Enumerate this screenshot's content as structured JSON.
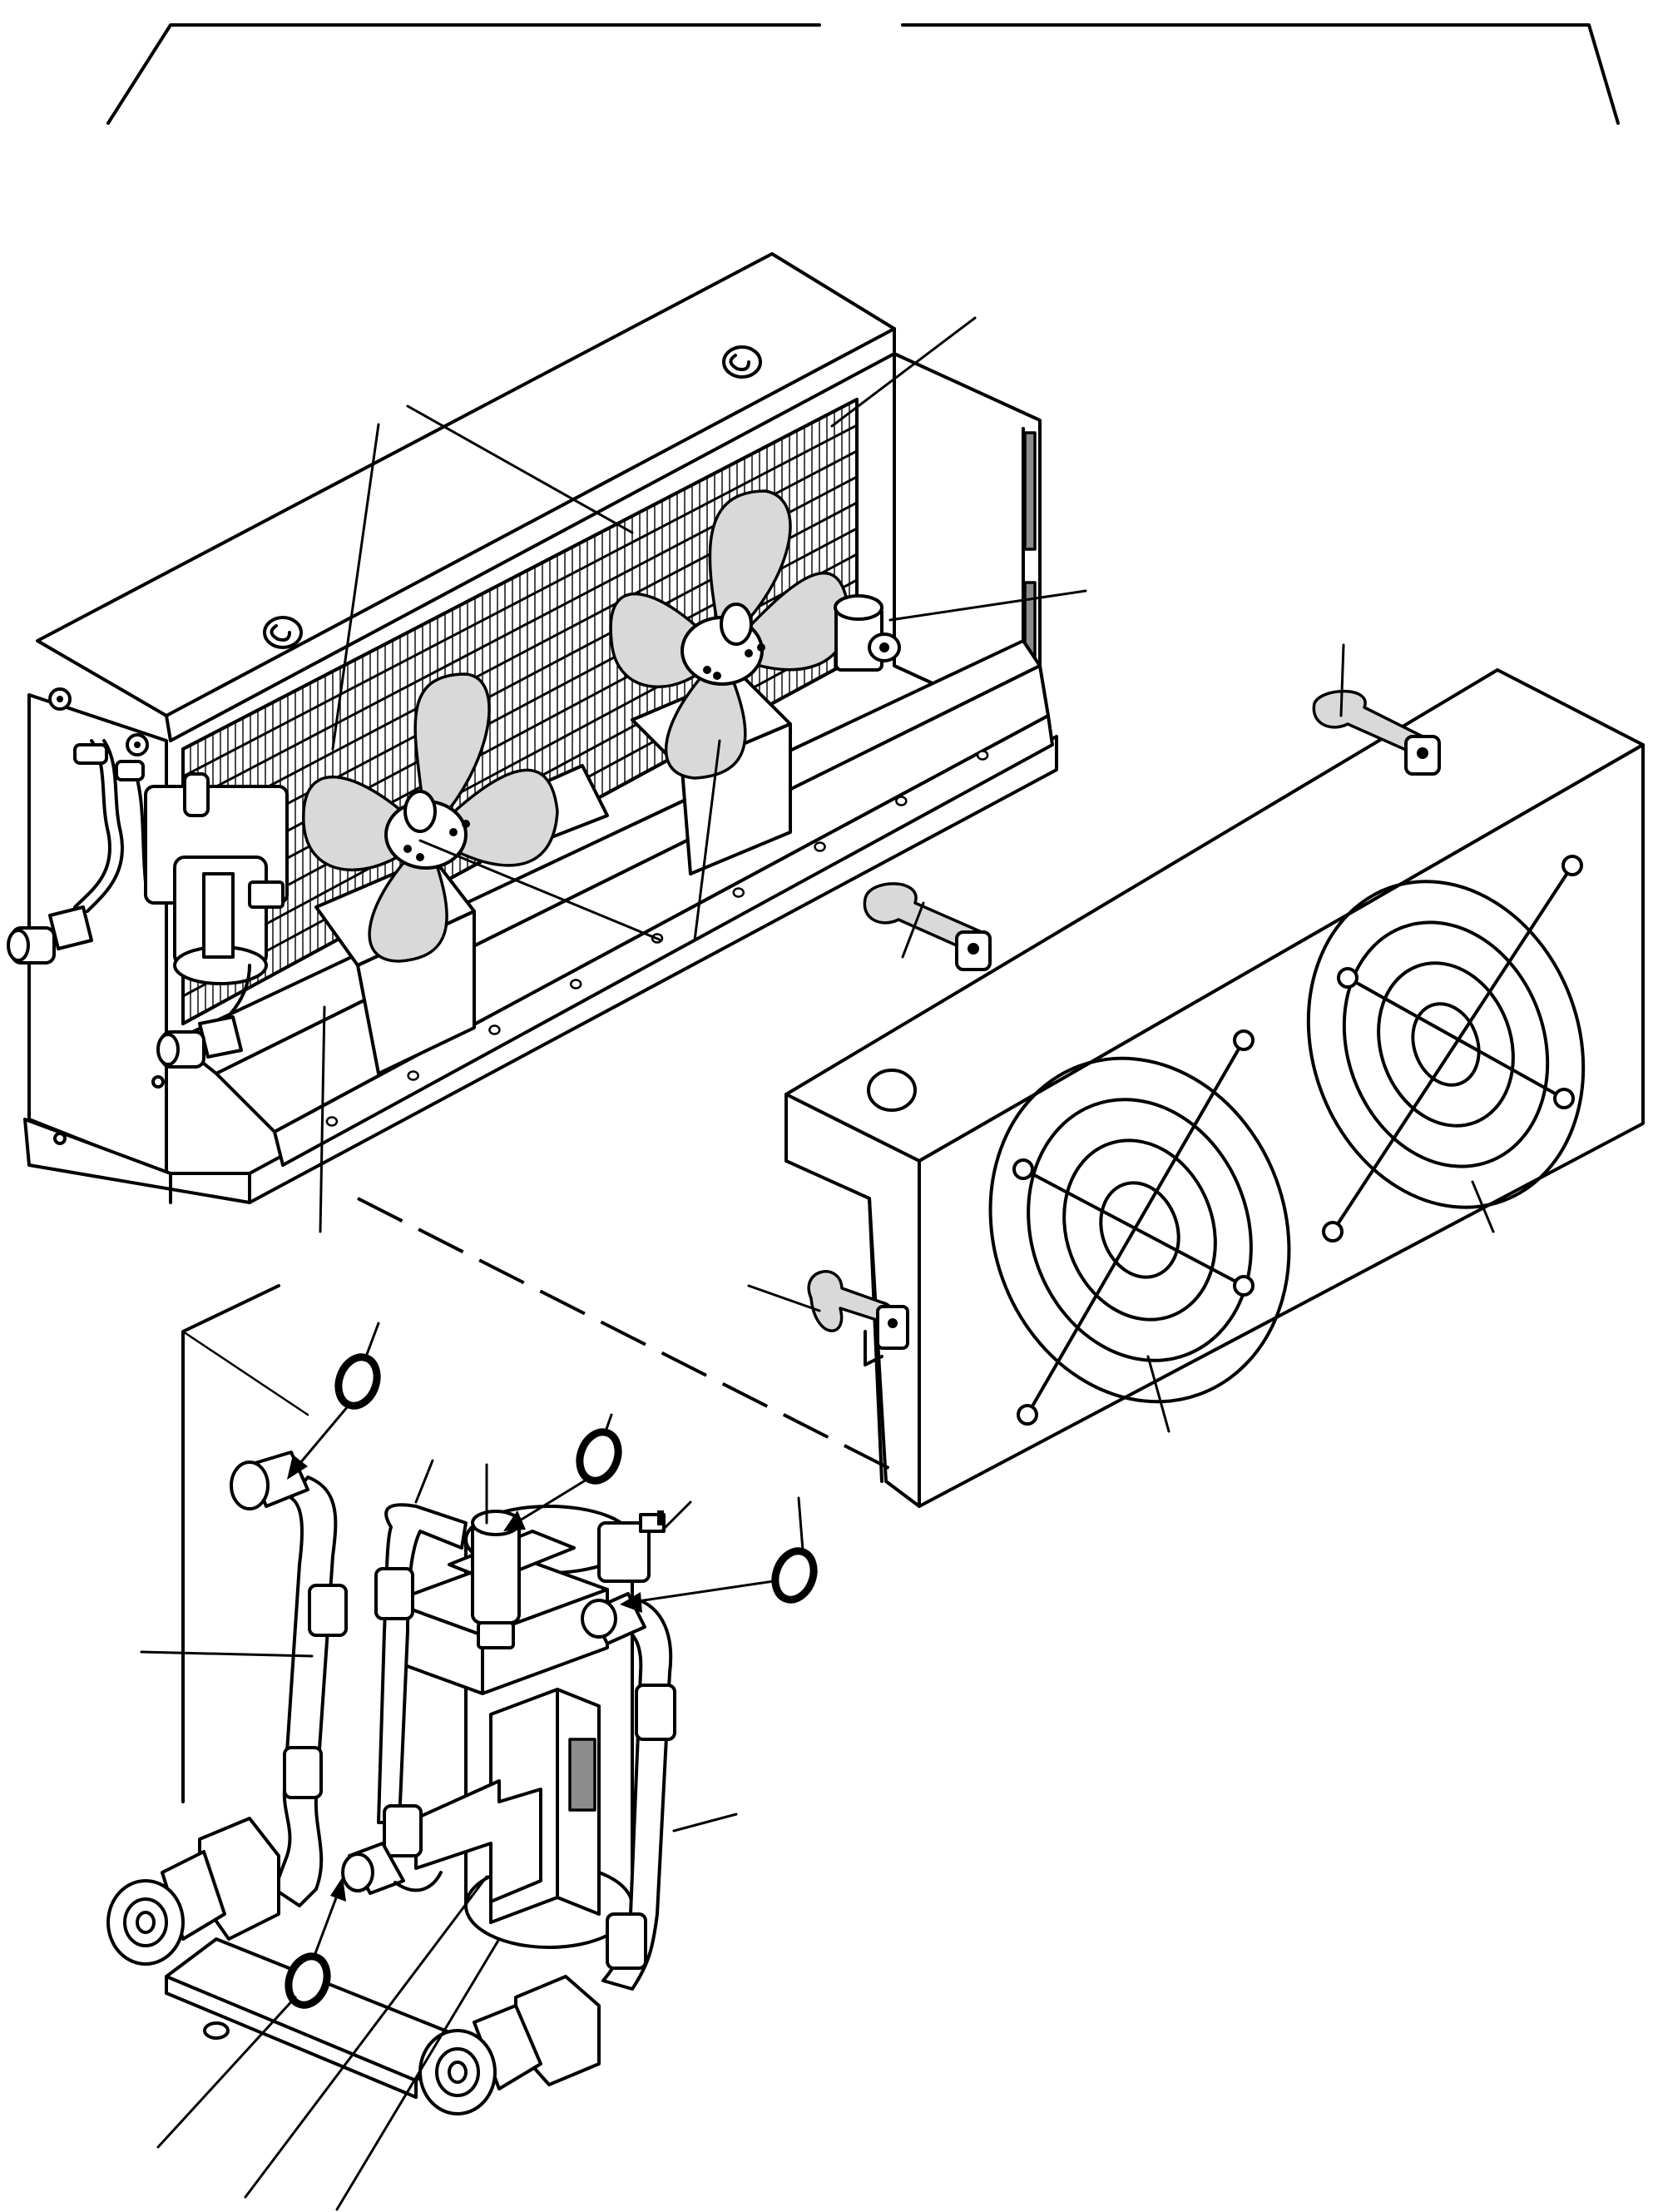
{
  "drawing": {},
  "colors": {
    "line": "#000000",
    "background": "#ffffff",
    "shade": "#d9d9d9",
    "dark": "#8c8c8c"
  },
  "parts": [
    "bracket-frame",
    "condenser-unit",
    "fan-left",
    "fan-right",
    "pressure-switch",
    "fan-cover",
    "rubber-latch-top",
    "rubber-latch-middle",
    "rubber-latch-side",
    "fan-guard-left",
    "fan-guard-right",
    "receiver-drier",
    "o-ring",
    "hose",
    "tube",
    "connector",
    "mounting-bracket"
  ]
}
